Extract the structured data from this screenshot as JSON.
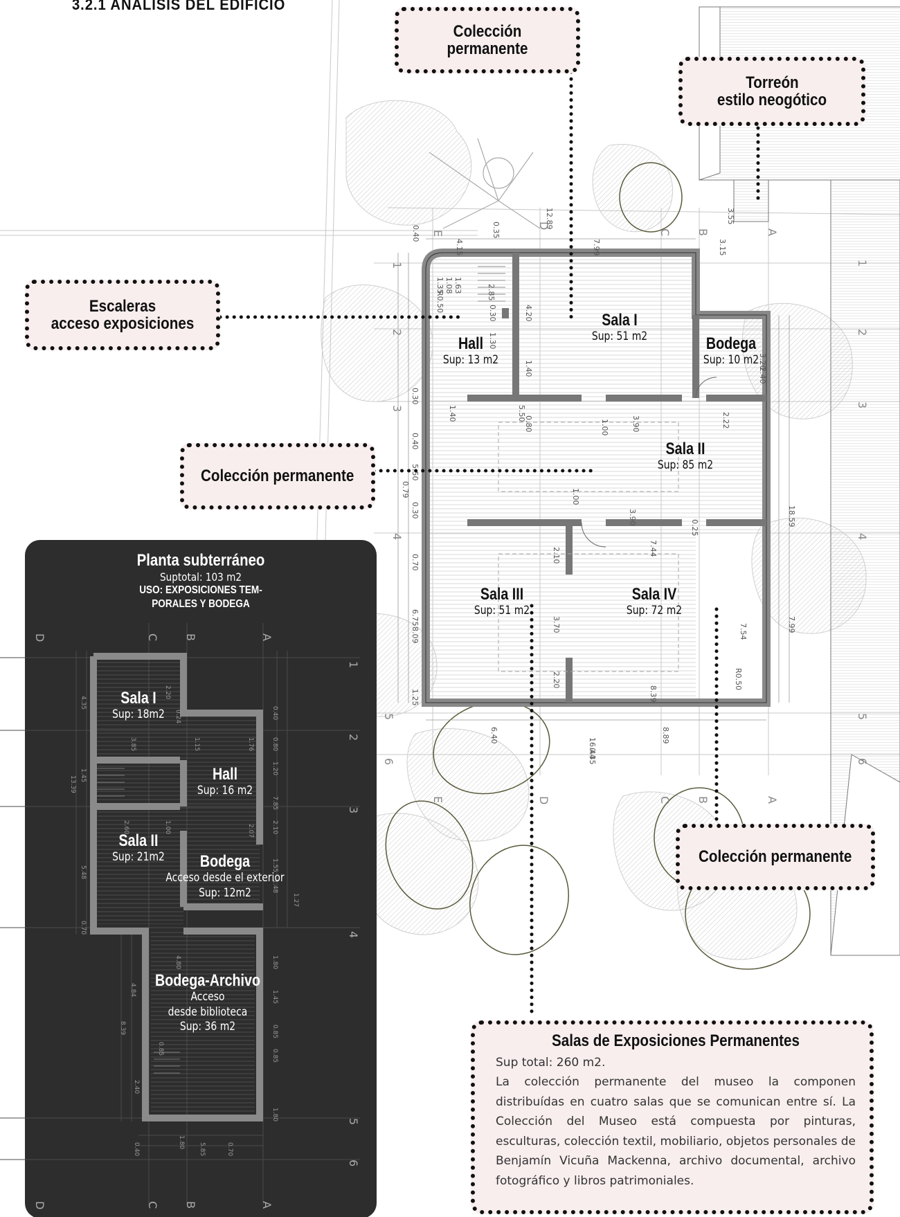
{
  "section_title": "3.2.1     ANÁLISIS DEL EDIFICIO",
  "callouts": {
    "top": "Colección permanente",
    "tower": [
      "Torreón",
      "estilo neogótico"
    ],
    "stairs": [
      "Escaleras",
      "acceso exposiciones"
    ],
    "middle": "Colección permanente",
    "right": "Colección permanente"
  },
  "ground_rooms": [
    {
      "name": "Hall",
      "area": "Sup:  13 m2"
    },
    {
      "name": "Sala I",
      "area": "Sup:  51 m2"
    },
    {
      "name": "Bodega",
      "area": "Sup:  10 m2"
    },
    {
      "name": "Sala II",
      "area": "Sup:  85 m2"
    },
    {
      "name": "Sala III",
      "area": "Sup:  51 m2"
    },
    {
      "name": "Sala IV",
      "area": "Sup:  72 m2"
    }
  ],
  "axes": {
    "letters": [
      "E",
      "D",
      "C",
      "B",
      "A"
    ],
    "numbers": [
      "1",
      "2",
      "3",
      "4",
      "5",
      "6"
    ]
  },
  "dimensions": [
    "12.89",
    "7.99",
    "4.15",
    "0.35",
    "0.40",
    "3.55",
    "3.15",
    "1.35",
    "1.08",
    "1.63",
    "R0.50",
    "2.85",
    "0.30",
    "4.20",
    "1.30",
    "1.40",
    "3.20",
    "2.40",
    "0.30",
    "1.40",
    "5.50",
    "0.80",
    "1.00",
    "3.90",
    "2.22",
    "0.40",
    "5.50",
    "0.79",
    "0.30",
    "1.00",
    "3.90",
    "0.25",
    "18.59",
    "2.10",
    "7.44",
    "0.70",
    "6.75",
    "8.09",
    "3.70",
    "7.54",
    "7.99",
    "2.20",
    "8.39",
    "8.89",
    "1.25",
    "6.40",
    "16.44",
    "0.35",
    "R0.50"
  ],
  "basement": {
    "title": "Planta subterráneo",
    "subtotal": "Suptotal:  103 m2",
    "use": [
      "USO: EXPOSICIONES TEM-",
      "PORALES Y BODEGA"
    ],
    "rooms": [
      {
        "name": "Sala I",
        "lines": [
          "Sup: 18m2"
        ]
      },
      {
        "name": "Hall",
        "lines": [
          "Sup: 16 m2"
        ]
      },
      {
        "name": "Sala II",
        "lines": [
          "Sup: 21m2"
        ]
      },
      {
        "name": "Bodega",
        "lines": [
          "Acceso desde el exterior",
          "Sup: 12m2"
        ]
      },
      {
        "name": "Bodega-Archivo",
        "lines": [
          "Acceso",
          "desde biblioteca",
          "Sup: 36 m2"
        ]
      }
    ],
    "axes_letters": [
      "D",
      "C",
      "B",
      "A"
    ],
    "axes_numbers": [
      "1",
      "2",
      "3",
      "4",
      "5",
      "6"
    ],
    "dimensions": [
      "4.35",
      "2.20",
      "0.24",
      "0.40",
      "3.85",
      "1.15",
      "1.76",
      "0.80",
      "1.20",
      "1.45",
      "13.39",
      "7.85",
      "2.10",
      "2.60",
      "1.00",
      "2.07",
      "5.48",
      "1.55",
      "1.48",
      "1.27",
      "0.70",
      "4.80",
      "1.80",
      "4.84",
      "1.45",
      "8.39",
      "0.85",
      "0.85",
      "0.85",
      "2.40",
      "1.80",
      "1.80",
      "5.85",
      "0.70",
      "0.40"
    ]
  },
  "info": {
    "title": "Salas de Exposiciones Permanentes",
    "sup_total": "Sup total: 260 m2.",
    "body": "La colección permanente del museo la componen distribuídas en cuatro salas que se comunican entre sí. La Colección del Museo está compuesta por pinturas, esculturas, colección textil, mobiliario, objetos personales de Benjamín Vicuña Mackenna, archivo documental, archivo fotográfico y libros patrimoniales."
  }
}
